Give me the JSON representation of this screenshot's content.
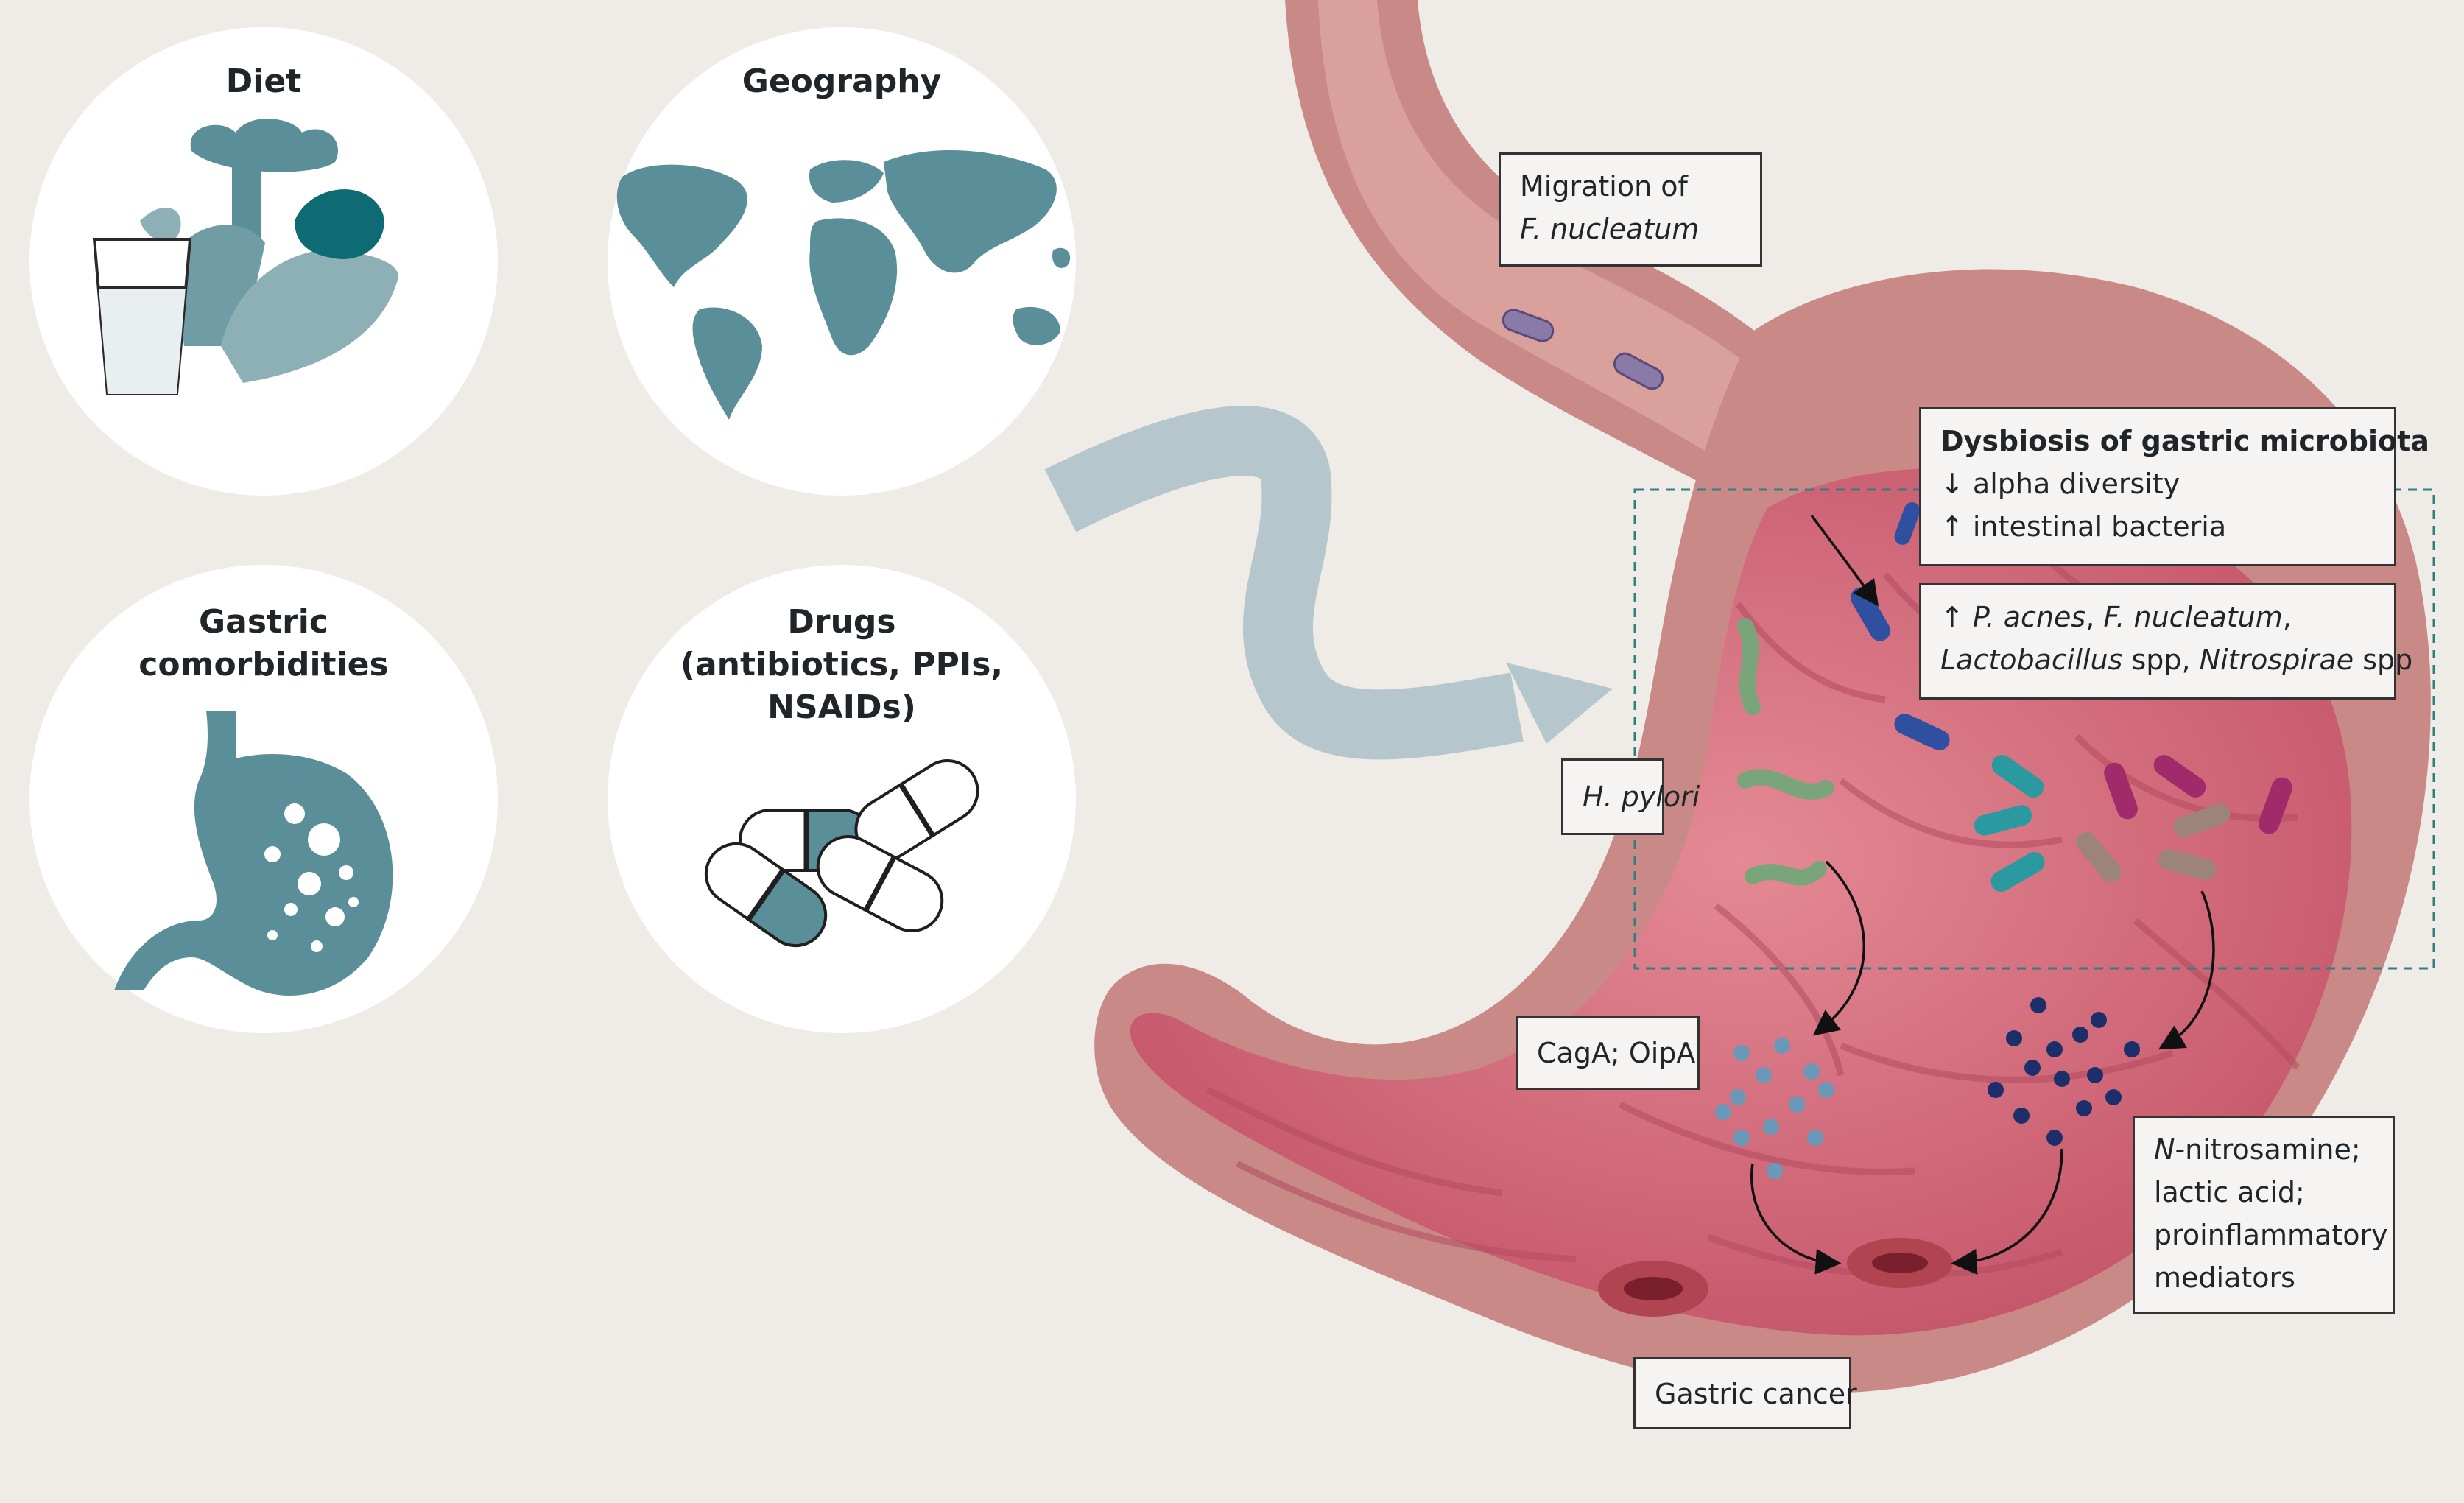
{
  "factors": {
    "diet": "Diet",
    "geography": "Geography",
    "gastric_1": "Gastric",
    "gastric_2": "comorbidities",
    "drugs_1": "Drugs",
    "drugs_2": "(antibiotics, PPIs,",
    "drugs_3": "NSAIDs)"
  },
  "labels": {
    "migration_1": "Migration of",
    "migration_2": "F. nucleatum",
    "dysbiosis_title": "Dysbiosis of gastric microbiota",
    "dysbiosis_1": "↓ alpha diversity",
    "dysbiosis_2": "↑ intestinal bacteria",
    "species_arrow": "↑ ",
    "species_1": "P. acnes",
    "species_sep1": ", ",
    "species_2": "F. nucleatum",
    "species_sep2": ",",
    "species_3": "Lactobacillus",
    "species_spp1": " spp, ",
    "species_4": "Nitrospirae",
    "species_spp2": " spp",
    "hpylori": "H. pylori",
    "caga": "CagA; OipA",
    "nitro_italic": "N",
    "nitro_rest": "-nitrosamine;",
    "nitro_2": "lactic acid;",
    "nitro_3": "proinflammatory",
    "nitro_4": "mediators",
    "cancer": "Gastric cancer"
  },
  "colors": {
    "background": "#efebe7",
    "teal": "#5a8f9a",
    "teal_dark": "#0e6b74",
    "stomach_outer": "#c98a87",
    "stomach_inner": "#d06a78",
    "arrow": "#b5c6cc",
    "dashed_box": "#2f7f82"
  }
}
